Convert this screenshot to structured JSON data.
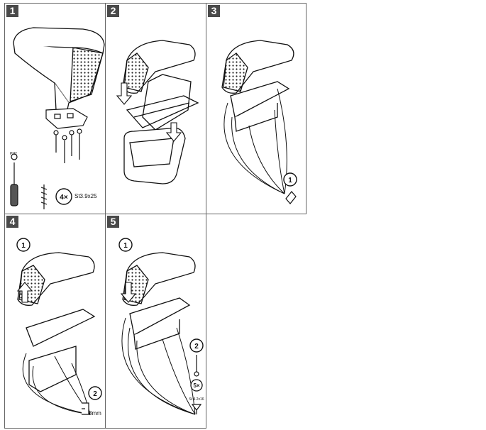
{
  "panels": [
    {
      "number": "1",
      "callout": "4×",
      "screw_spec": "St3.9x25",
      "driver_label": "PH2"
    },
    {
      "number": "2"
    },
    {
      "number": "3",
      "sub_step_1": "1"
    },
    {
      "number": "4",
      "sub_step_1": "1",
      "sub_step_2": "2",
      "drill_size": "3mm"
    },
    {
      "number": "5",
      "sub_step_1": "1",
      "sub_step_2": "2",
      "callout": "5×",
      "screw_spec": "St 4.2x16"
    }
  ],
  "colors": {
    "line": "#111111",
    "panel_border": "#666666",
    "badge_bg": "#4a4a4a",
    "dots": "#222222"
  }
}
